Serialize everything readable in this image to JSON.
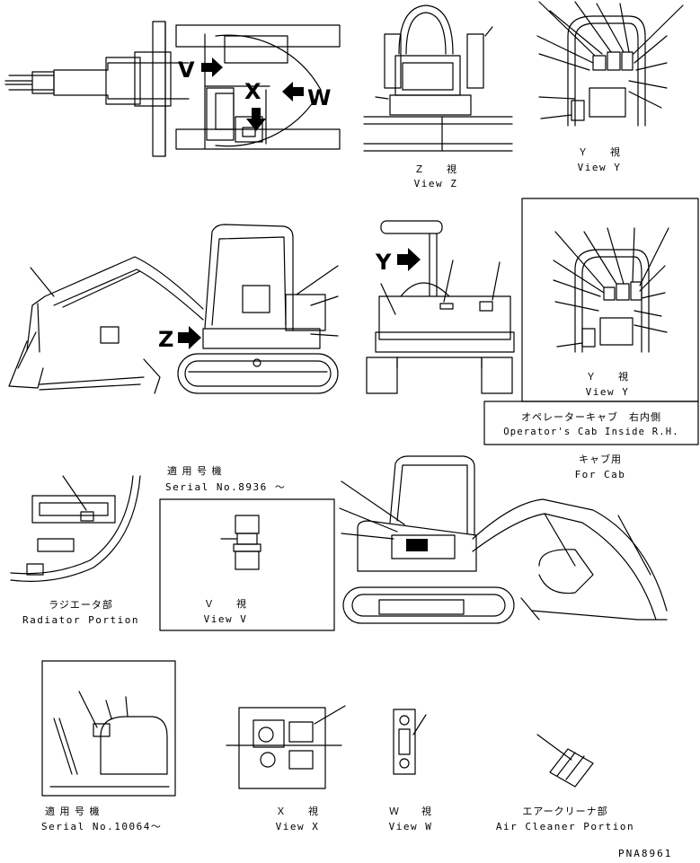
{
  "callouts": {
    "v": "V",
    "x": "X",
    "w": "W",
    "z": "Z",
    "y": "Y"
  },
  "views": {
    "z": {
      "jp": "Ｚ　　視",
      "en": "View Z"
    },
    "y_top": {
      "jp": "Ｙ　　視",
      "en": "View Y"
    },
    "y_cab": {
      "jp": "Ｙ　　視",
      "en": "View Y"
    },
    "v": {
      "jp": "Ｖ　　視",
      "en": "View V"
    },
    "x": {
      "jp": "Ｘ　　視",
      "en": "View X"
    },
    "w": {
      "jp": "Ｗ　　視",
      "en": "View W"
    }
  },
  "cab_inside": {
    "jp": "オペレーターキャブ　右内側",
    "en": "Operator's Cab Inside R.H."
  },
  "for_cab": {
    "jp": "キャブ用",
    "en": "For Cab"
  },
  "serial_8936": {
    "jp": "適 用 号 機",
    "en": "Serial No.8936 ～"
  },
  "radiator": {
    "jp": "ラジエータ部",
    "en": "Radiator Portion"
  },
  "serial_10064": {
    "jp": "適 用 号 機",
    "en": "Serial No.10064～"
  },
  "air_cleaner": {
    "jp": "エアークリーナ部",
    "en": "Air Cleaner Portion"
  },
  "drawing_no": "PNA8961"
}
